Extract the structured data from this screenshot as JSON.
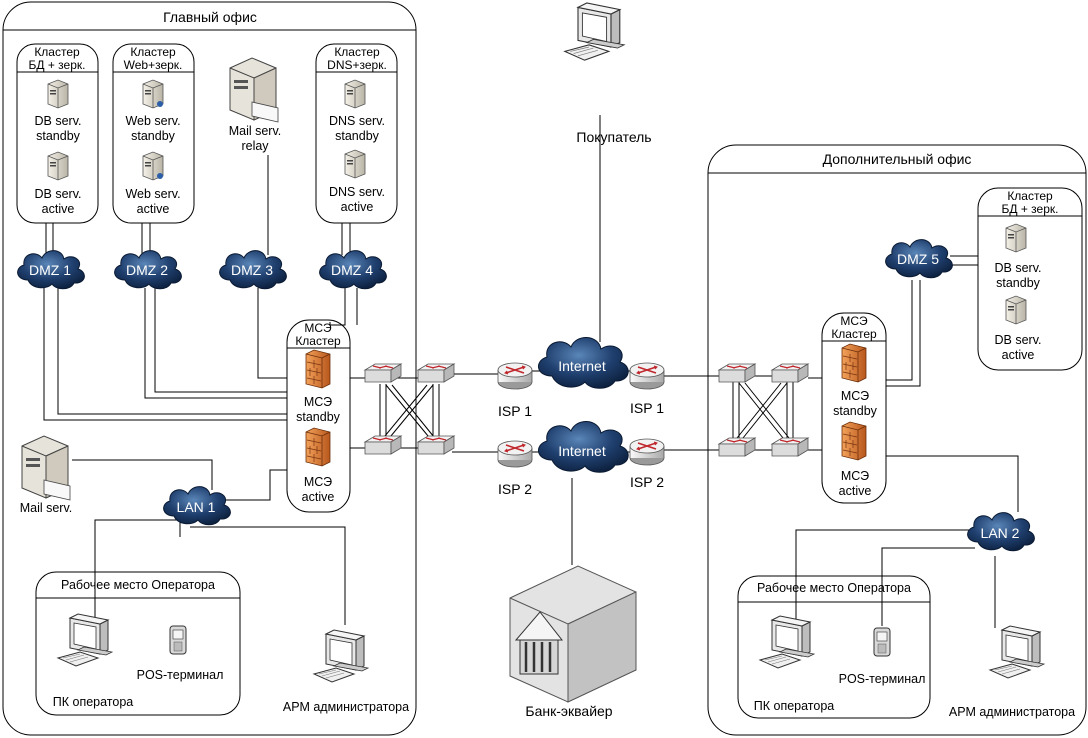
{
  "main_office": {
    "title": "Главный офис",
    "cluster_db": {
      "title1": "Кластер",
      "title2": "БД + зерк.",
      "s1a": "DB serv.",
      "s1b": "standby",
      "s2a": "DB serv.",
      "s2b": "active"
    },
    "cluster_web": {
      "title1": "Кластер",
      "title2": "Web+зерк.",
      "s1a": "Web serv.",
      "s1b": "standby",
      "s2a": "Web serv.",
      "s2b": "active"
    },
    "mail_relay": {
      "l1": "Mail serv.",
      "l2": "relay"
    },
    "cluster_dns": {
      "title1": "Кластер",
      "title2": "DNS+зерк.",
      "s1a": "DNS serv.",
      "s1b": "standby",
      "s2a": "DNS serv.",
      "s2b": "active"
    },
    "dmz": [
      "DMZ 1",
      "DMZ 2",
      "DMZ 3",
      "DMZ 4"
    ],
    "fw_cluster": {
      "title1": "МСЭ",
      "title2": "Кластер",
      "f1a": "МСЭ",
      "f1b": "standby",
      "f2a": "МСЭ",
      "f2b": "active"
    },
    "mail_serv": "Mail serv.",
    "lan": "LAN 1",
    "workplace": {
      "title": "Рабочее место Оператора",
      "pc": "ПК оператора",
      "pos": "POS-терминал"
    },
    "admin": "АРМ администратора"
  },
  "center": {
    "buyer": "Покупатель",
    "internet1": "Internet",
    "internet2": "Internet",
    "isp_left_1": "ISP 1",
    "isp_left_2": "ISP 2",
    "isp_right_1": "ISP 1",
    "isp_right_2": "ISP 2",
    "bank": "Банк-эквайер"
  },
  "branch_office": {
    "title": "Дополнительный офис",
    "cluster_db": {
      "title1": "Кластер",
      "title2": "БД + зерк.",
      "s1a": "DB serv.",
      "s1b": "standby",
      "s2a": "DB serv.",
      "s2b": "active"
    },
    "dmz": "DMZ 5",
    "fw_cluster": {
      "title1": "МСЭ",
      "title2": "Кластер",
      "f1a": "МСЭ",
      "f1b": "standby",
      "f2a": "МСЭ",
      "f2b": "active"
    },
    "lan": "LAN 2",
    "workplace": {
      "title": "Рабочее место Оператора",
      "pc": "ПК оператора",
      "pos": "POS-терминал"
    },
    "admin": "АРМ администратора"
  },
  "colors": {
    "cloud": "#1f3f6e",
    "firewall": "#e07a2a",
    "router": "#c0282d"
  }
}
